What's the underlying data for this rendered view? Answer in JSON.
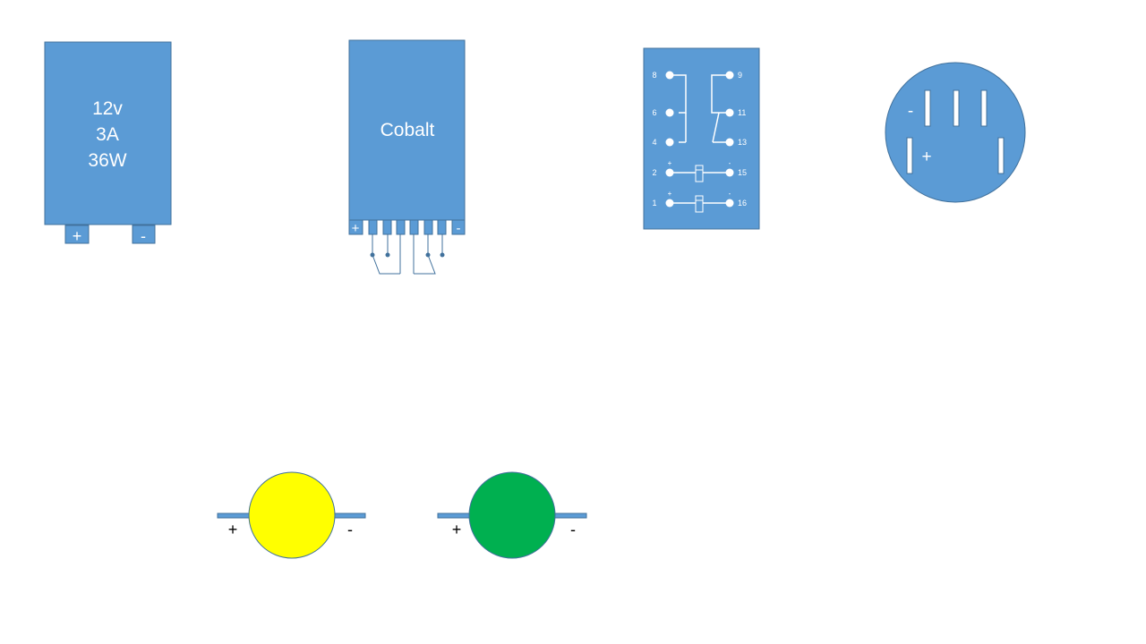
{
  "power_supply": {
    "lines": [
      "12v",
      "3A",
      "36W"
    ],
    "plus": "+",
    "minus": "-"
  },
  "cobalt": {
    "label": "Cobalt",
    "plus": "+",
    "minus": "-"
  },
  "relay": {
    "pins": [
      "8",
      "9",
      "6",
      "11",
      "4",
      "13",
      "2",
      "15",
      "1",
      "16"
    ],
    "coil_plus": "+",
    "coil_minus": "-"
  },
  "socket": {
    "minus": "-",
    "plus": "+"
  },
  "leds": [
    {
      "color": "#ffff00",
      "plus": "+",
      "minus": "-"
    },
    {
      "color": "#00b050",
      "plus": "+",
      "minus": "-"
    }
  ],
  "colors": {
    "component": "#5b9bd5",
    "border": "#41719c",
    "text_light": "#ffffff",
    "text_dark": "#000000"
  }
}
